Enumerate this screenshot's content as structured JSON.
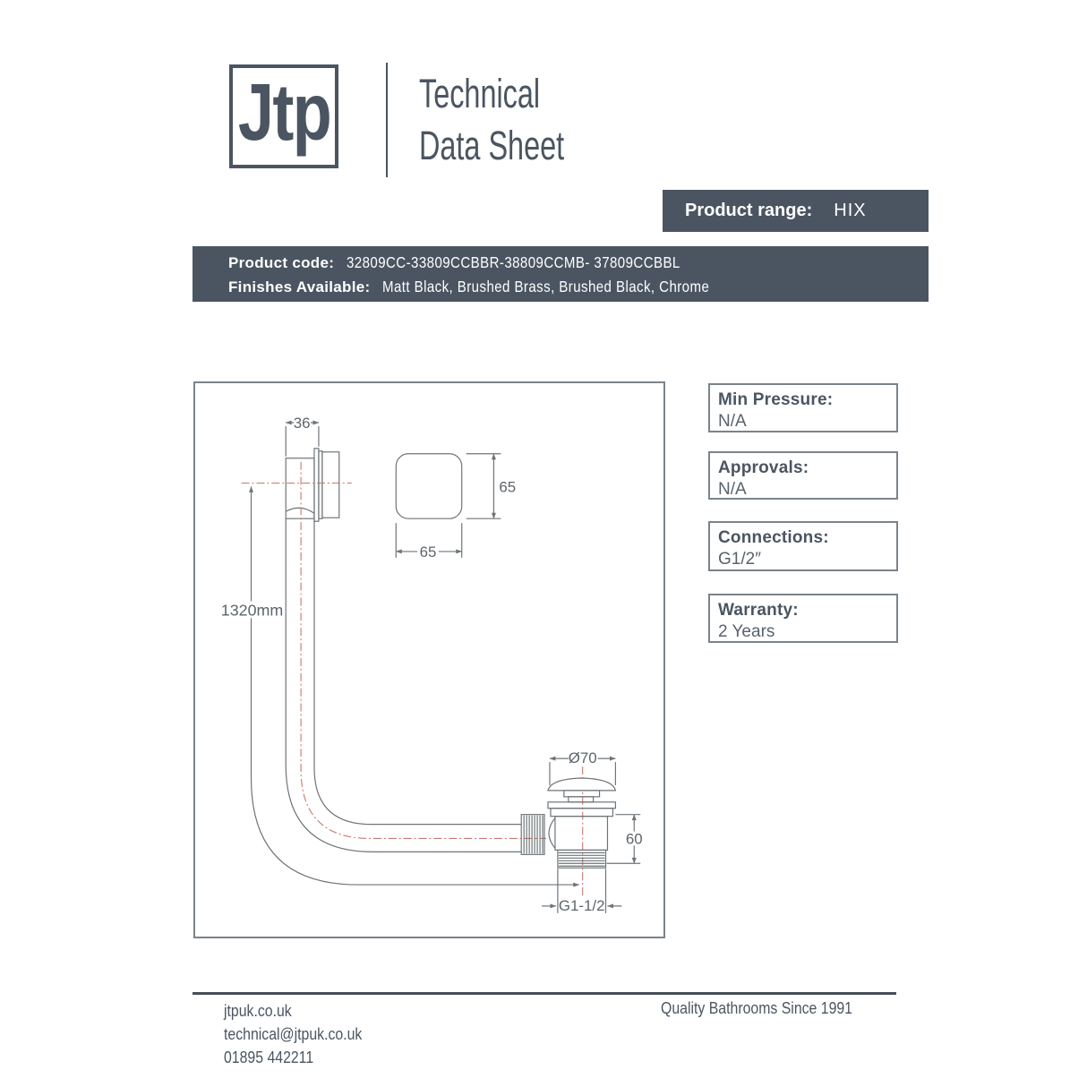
{
  "colors": {
    "brand": "#4b5561",
    "box_border": "#7b838a",
    "line": "#6e7478",
    "centerline": "#c5796d"
  },
  "header": {
    "logo_text": "Jtp",
    "title_line1": "Technical",
    "title_line2": "Data Sheet"
  },
  "product_range": {
    "label": "Product range:",
    "value": "HIX"
  },
  "product_info": {
    "code_label": "Product code:",
    "code_value": "32809CC-33809CCBBR-38809CCMB- 37809CCBBL",
    "finishes_label": "Finishes Available:",
    "finishes_value": "Matt Black,  Brushed Brass,  Brushed Black,  Chrome"
  },
  "spec_boxes": [
    {
      "label": "Min Pressure:",
      "value": "N/A"
    },
    {
      "label": "Approvals:",
      "value": "N/A"
    },
    {
      "label": "Connections:",
      "value": "G1/2″"
    },
    {
      "label": "Warranty:",
      "value": "2 Years"
    }
  ],
  "drawing": {
    "dims": {
      "overflow_depth": "36",
      "plate_height": "65",
      "plate_width": "65",
      "pipe_length": "1320mm",
      "cap_diameter": "Ø70",
      "waste_height": "60",
      "thread": "G1-1/2"
    }
  },
  "footer": {
    "website": "jtpuk.co.uk",
    "email": "technical@jtpuk.co.uk",
    "phone": "01895  442211",
    "tagline": "Quality  Bathrooms  Since  1991"
  }
}
